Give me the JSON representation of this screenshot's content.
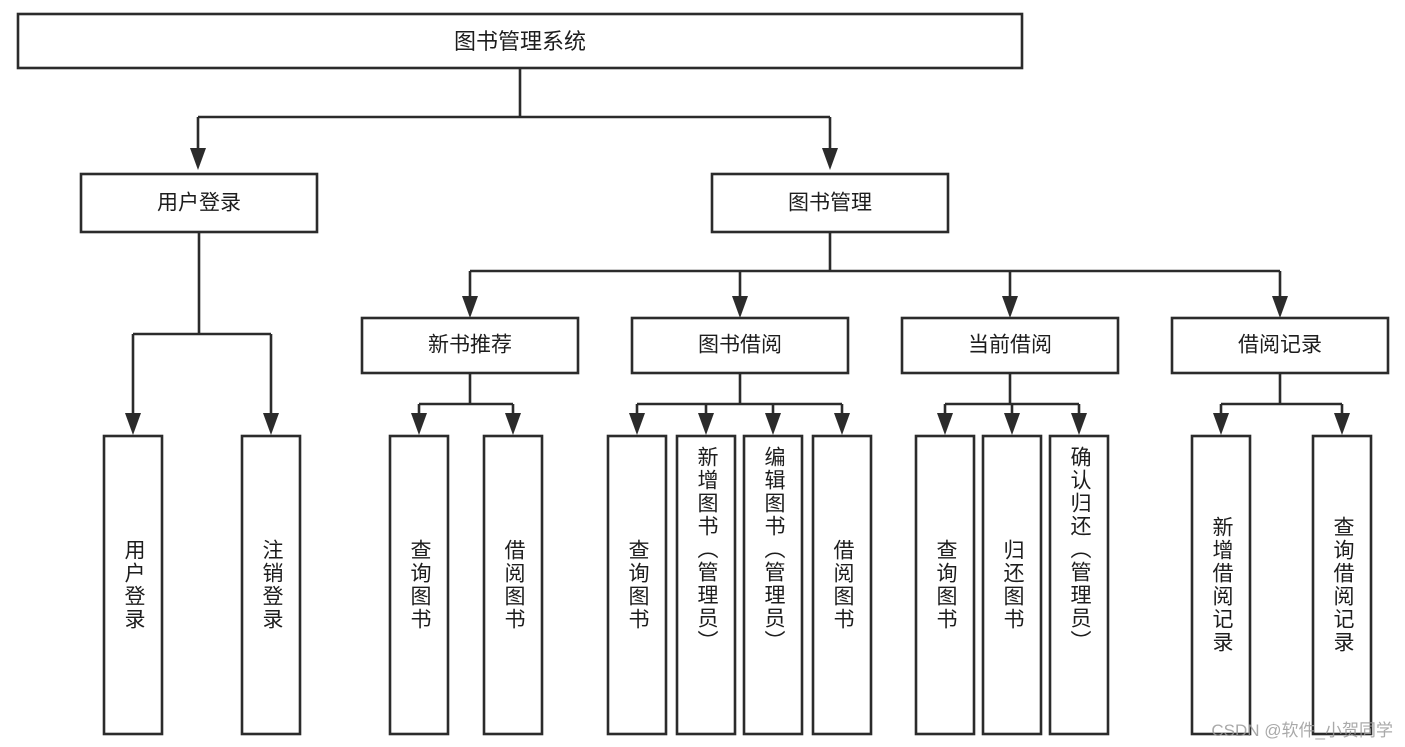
{
  "diagram": {
    "type": "tree-hierarchy",
    "title": "图书管理系统",
    "watermark": "CSDN @软件_小贺同学",
    "colors": {
      "stroke": "#2b2b2b",
      "fill": "#ffffff",
      "text": "#1d1d1d",
      "watermark": "#9b9b9b"
    },
    "root": {
      "label": "图书管理系统"
    },
    "level1": [
      {
        "label": "用户登录"
      },
      {
        "label": "图书管理"
      }
    ],
    "level2": [
      {
        "label": "新书推荐"
      },
      {
        "label": "图书借阅"
      },
      {
        "label": "当前借阅"
      },
      {
        "label": "借阅记录"
      }
    ],
    "leaves": {
      "user_login": [
        {
          "label": "用户登录"
        },
        {
          "label": "注销登录"
        }
      ],
      "new_book_recommend": [
        {
          "label": "查询图书"
        },
        {
          "label": "借阅图书"
        }
      ],
      "book_borrow": [
        {
          "label": "查询图书"
        },
        {
          "label": "新增图书（管理员）"
        },
        {
          "label": "编辑图书（管理员）"
        },
        {
          "label": "借阅图书"
        }
      ],
      "current_borrow": [
        {
          "label": "查询图书"
        },
        {
          "label": "归还图书"
        },
        {
          "label": "确认归还（管理员）"
        }
      ],
      "borrow_records": [
        {
          "label": "新增借阅记录"
        },
        {
          "label": "查询借阅记录"
        }
      ]
    }
  }
}
